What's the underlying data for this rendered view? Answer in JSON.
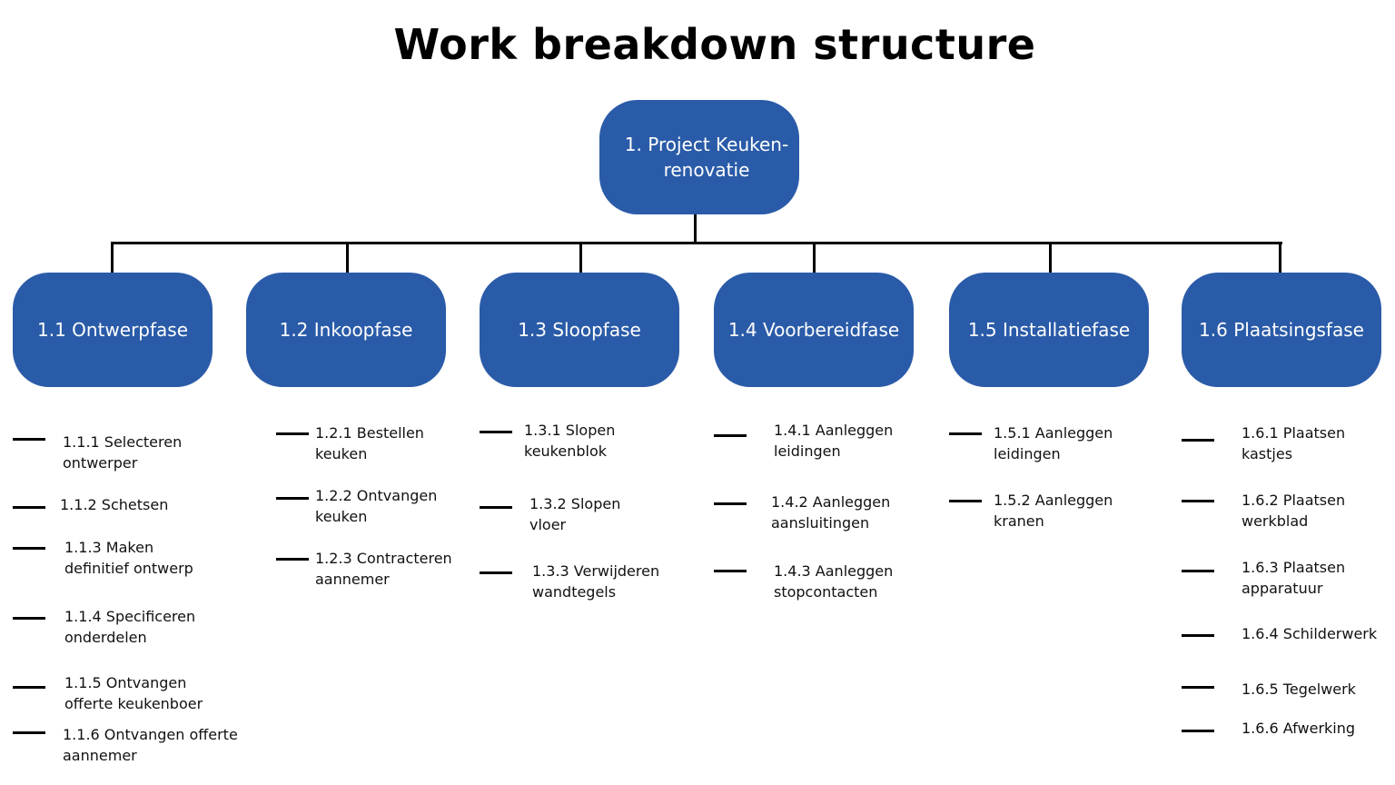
{
  "title": "Work breakdown structure",
  "root": {
    "label": "1.   Project Keuken-\n renovatie"
  },
  "colors": {
    "node_fill": "#2a5ba8",
    "node_text": "#ffffff",
    "connector": "#000000"
  },
  "phases": [
    {
      "label": "1.1 Ontwerpfase",
      "items": [
        "1.1.1 Selecteren\n      ontwerper",
        "1.1.2 Schetsen",
        "1.1.3 Maken\ndefinitief ontwerp",
        "1.1.4 Specificeren\nonderdelen",
        "1.1.5 Ontvangen\nofferte keukenboer",
        "1.1.6 Ontvangen offerte\naannemer"
      ]
    },
    {
      "label": "1.2 Inkoopfase",
      "items": [
        "1.2.1 Bestellen\nkeuken",
        "1.2.2 Ontvangen\nkeuken",
        "1.2.3 Contracteren\naannemer"
      ]
    },
    {
      "label": "1.3 Sloopfase",
      "items": [
        "1.3.1 Slopen\nkeukenblok",
        "1.3.2 Slopen\nvloer",
        "1.3.3 Verwijderen\nwandtegels"
      ]
    },
    {
      "label": "1.4 Voorbereidfase",
      "items": [
        "1.4.1 Aanleggen\nleidingen",
        "1.4.2 Aanleggen\naansluitingen",
        "1.4.3 Aanleggen\nstopcontacten"
      ]
    },
    {
      "label": "1.5 Installatiefase",
      "items": [
        "1.5.1 Aanleggen\nleidingen",
        "1.5.2 Aanleggen\nkranen"
      ]
    },
    {
      "label": "1.6 Plaatsingsfase",
      "items": [
        "1.6.1 Plaatsen\nkastjes",
        "1.6.2 Plaatsen\nwerkblad",
        "1.6.3 Plaatsen\napparatuur",
        "1.6.4 Schilderwerk",
        "1.6.5 Tegelwerk",
        "1.6.6 Afwerking"
      ]
    }
  ]
}
